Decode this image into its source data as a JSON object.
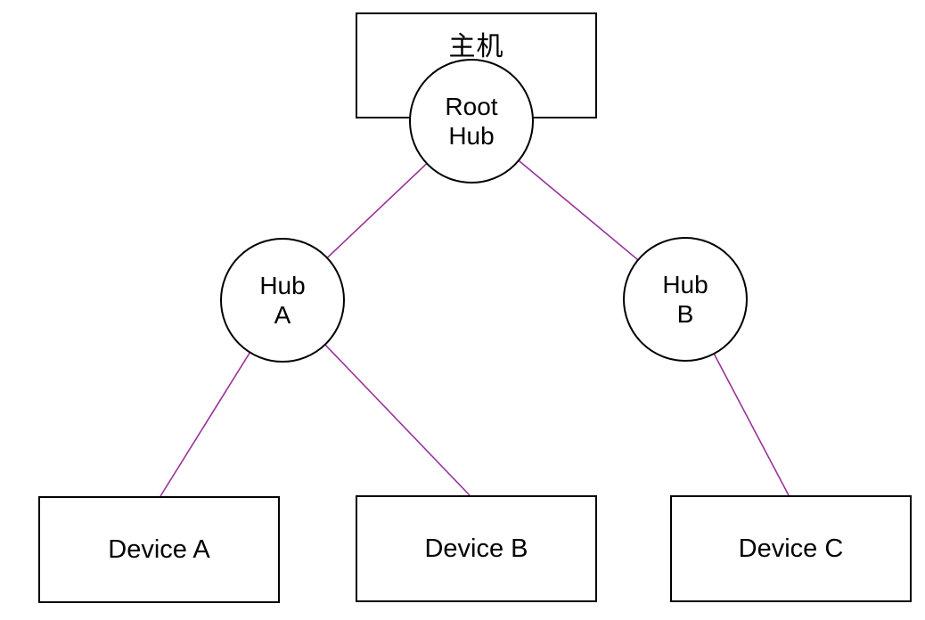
{
  "diagram": {
    "kind": "usb-topology-tree",
    "colors": {
      "connector": "#993399",
      "shape_border": "#000000",
      "background": "#ffffff",
      "text": "#000000"
    },
    "host": {
      "label": "主机"
    },
    "hubs": {
      "root": {
        "line1": "Root",
        "line2": "Hub"
      },
      "a": {
        "line1": "Hub",
        "line2": "A"
      },
      "b": {
        "line1": "Hub",
        "line2": "B"
      }
    },
    "devices": {
      "a": {
        "label": "Device A"
      },
      "b": {
        "label": "Device B"
      },
      "c": {
        "label": "Device C"
      }
    },
    "edges": [
      {
        "from": "root-hub",
        "to": "hub-a"
      },
      {
        "from": "root-hub",
        "to": "hub-b"
      },
      {
        "from": "hub-a",
        "to": "device-a"
      },
      {
        "from": "hub-a",
        "to": "device-b"
      },
      {
        "from": "hub-b",
        "to": "device-c"
      }
    ]
  }
}
